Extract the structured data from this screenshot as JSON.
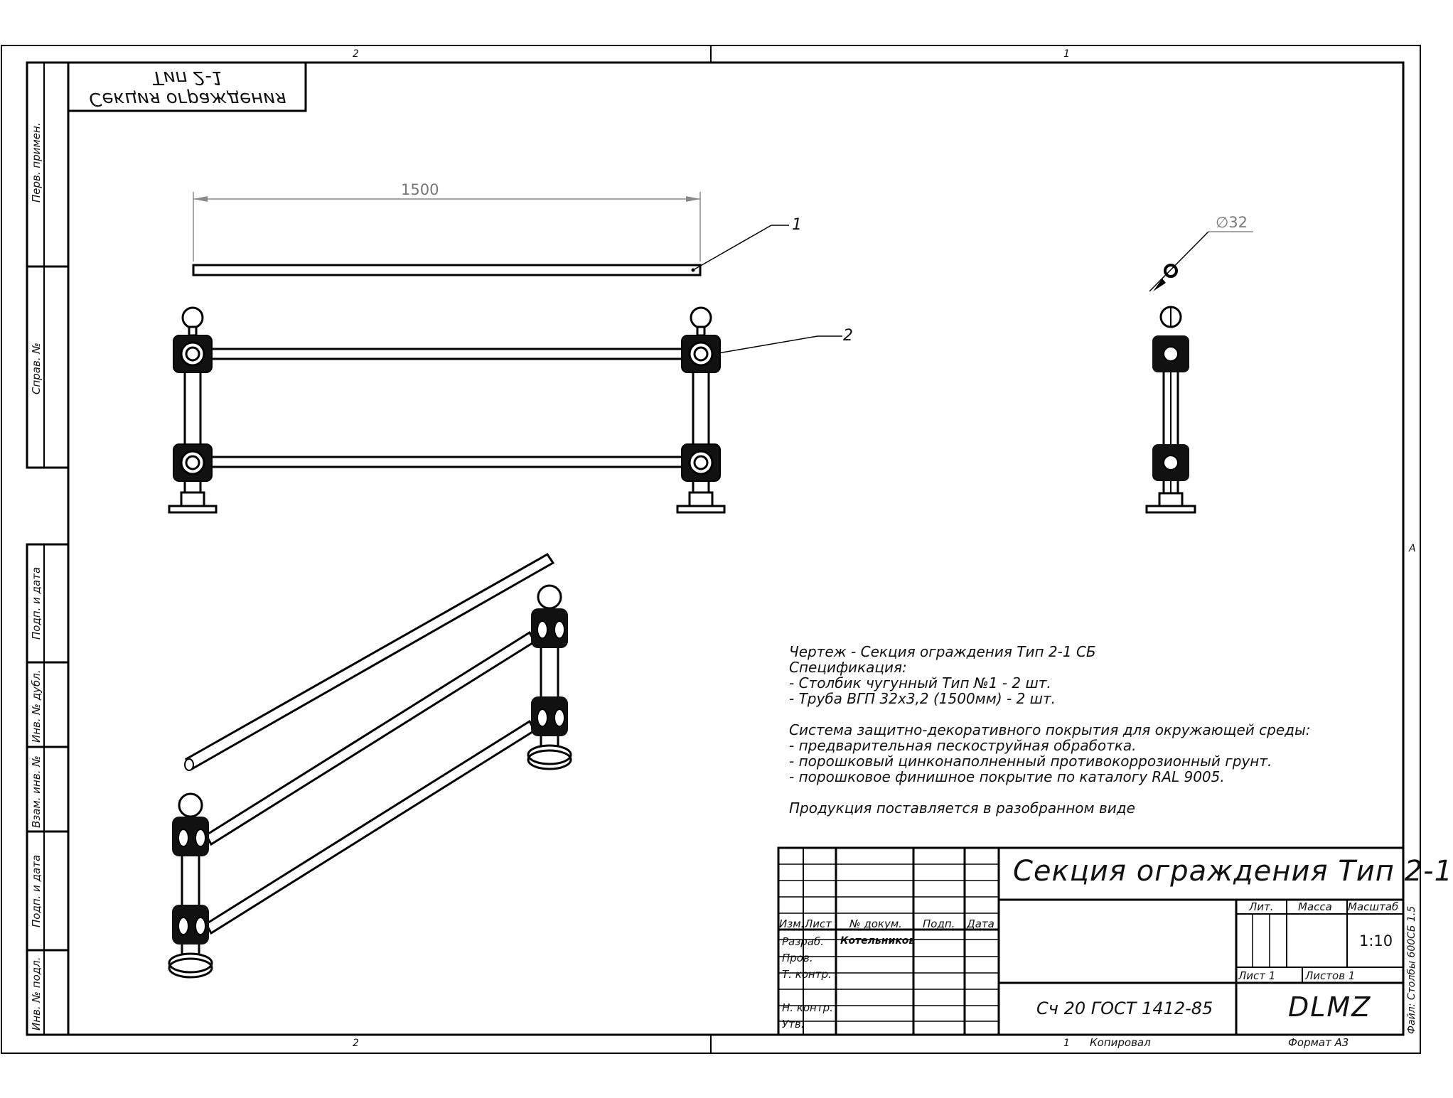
{
  "zones": {
    "top_left": "2",
    "top_right": "1",
    "bottom_left": "2",
    "bottom_right": "1",
    "right_mid": "A"
  },
  "side_stamp": {
    "perv_primen": "Перв. примен.",
    "sprav_no": "Справ. №",
    "podp_data_1": "Подп. и дата",
    "inv_dubl": "Инв. № дубл.",
    "vzam_inv": "Взам. инв. №",
    "podp_data_2": "Подп. и дата",
    "inv_podl": "Инв. № подл."
  },
  "mirrored_title": {
    "line1": "Секция ограждения",
    "line2": "Тип 2-1"
  },
  "dimensions": {
    "length": "1500",
    "diameter": "∅32"
  },
  "callouts": {
    "item1": "1",
    "item2": "2"
  },
  "notes": [
    "Чертеж - Секция ограждения Тип 2-1 СБ",
    "Спецификация:",
    "- Столбик чугунный Тип №1 - 2 шт.",
    "- Труба ВГП 32х3,2 (1500мм) - 2 шт.",
    "",
    "Система защитно-декоративного покрытия для окружающей среды:",
    "- предварительная пескоструйная обработка.",
    "- порошковый цинконаполненный противокоррозионный грунт.",
    "- порошковое финишное покрытие по каталогу RAL 9005.",
    "",
    "Продукция поставляется в разобранном виде"
  ],
  "title_block": {
    "title": "Секция ограждения Тип 2-1",
    "hdr_izm": "Изм.",
    "hdr_list": "Лист",
    "hdr_dokum": "№ докум.",
    "hdr_podp": "Подп.",
    "hdr_data": "Дата",
    "razrab": "Разраб.",
    "razrab_name": "Котельников",
    "prov": "Пров.",
    "tkontr": "Т. контр.",
    "nkontr": "Н. контр.",
    "utv": "Утв.",
    "lit": "Лит.",
    "massa": "Масса",
    "masshtab": "Масштаб",
    "scale": "1:10",
    "sheet": "Лист 1",
    "sheets": "Листов 1",
    "material": "Сч 20 ГОСТ 1412-85",
    "company": "DLMZ"
  },
  "footer": {
    "kopiroval": "Копировал",
    "format": "Формат А3",
    "file": "Файл: Столбы 600СБ 1.5"
  }
}
